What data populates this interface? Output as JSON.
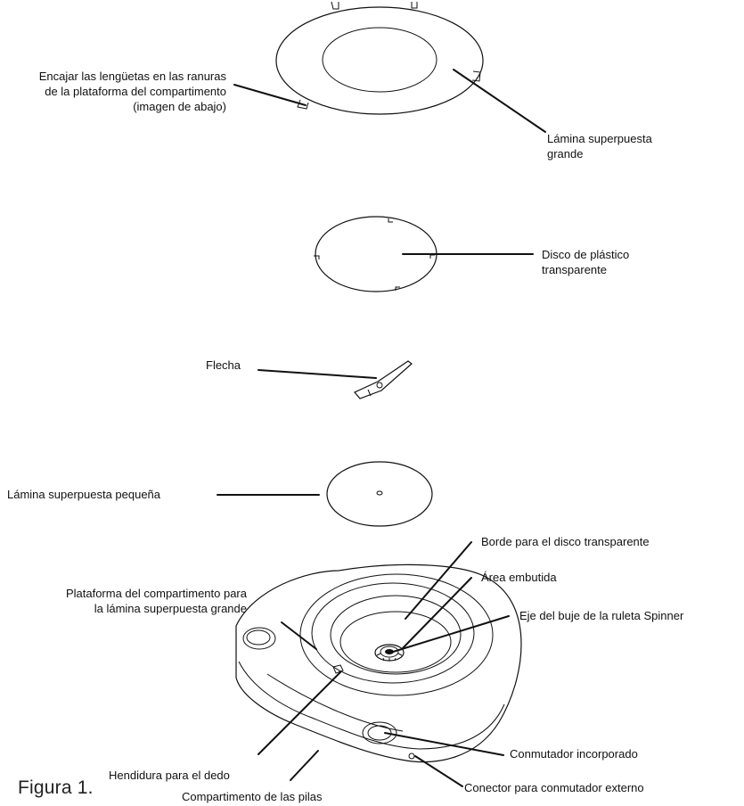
{
  "figure_caption": "Figura 1.",
  "labels": {
    "tabs_note": [
      "Encajar las lengüetas en las ranuras",
      "de la plataforma del compartimento",
      "(imagen de abajo)"
    ],
    "large_overlay": [
      "Lámina superpuesta",
      "grande"
    ],
    "clear_disc": [
      "Disco de plástico",
      "transparente"
    ],
    "arrow": "Flecha",
    "small_overlay": "Lámina superpuesta pequeña",
    "rim": "Borde para el disco transparente",
    "recessed_area": "Área embutida",
    "platform": [
      "Plataforma del compartimento para",
      "la lámina superpuesta grande"
    ],
    "hub": "Eje del buje de la ruleta Spinner",
    "finger_notch": "Hendidura para el dedo",
    "switch": "Conmutador incorporado",
    "battery": "Compartimento de las pilas",
    "jack": "Conector para conmutador externo"
  }
}
